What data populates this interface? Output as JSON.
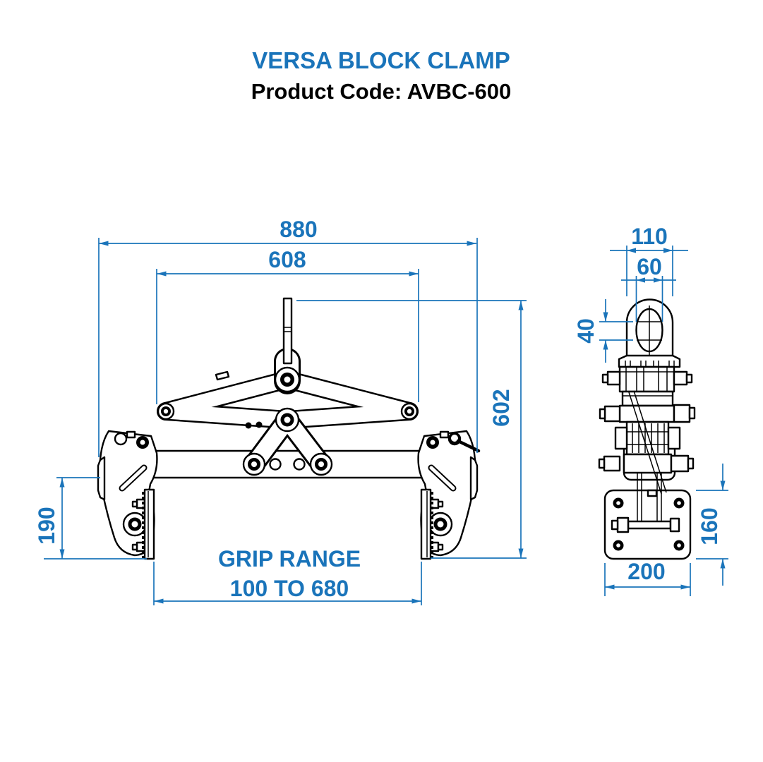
{
  "page": {
    "background": "#ffffff"
  },
  "header": {
    "title": "VERSA BLOCK CLAMP",
    "product_code": "Product Code: AVBC-600"
  },
  "colors": {
    "accent_blue": "#1a74ba",
    "line_black": "#000000"
  },
  "front_view": {
    "dim_overall_width": "880",
    "dim_arm_pivot_span": "608",
    "dim_overall_height": "602",
    "dim_pad_height": "190",
    "grip_range_label": "GRIP RANGE",
    "grip_range_value": "100 TO 680"
  },
  "side_view": {
    "dim_eye_outer_width": "110",
    "dim_eye_hole_width": "60",
    "dim_eye_hole_height": "40",
    "dim_pad_plate_height": "160",
    "dim_pad_plate_width": "200"
  }
}
